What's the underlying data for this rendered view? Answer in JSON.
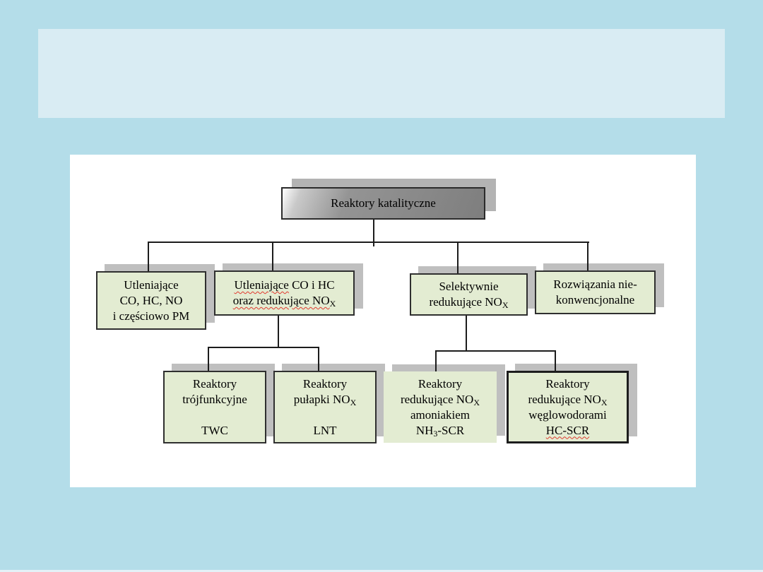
{
  "slide": {
    "title_placeholder_text": "",
    "colors": {
      "page_background": "#b4dde9",
      "title_band": "#d9ecf3",
      "content_panel": "#ffffff",
      "node_fill": "#e3ecd2",
      "node_border": "#2f2f2f",
      "root_fill_dark": "#7e7e7e",
      "root_fill_light": "#ffffff",
      "shadow": "#bfbfbf",
      "connector": "#1c1c1c",
      "spellcheck_squiggle": "#e03a2f"
    }
  },
  "diagram": {
    "type": "org-chart",
    "hierarchy": [
      {
        "parent": "Reaktory katalityczne",
        "children": [
          "Utleniające CO, HC, NO i częściowo PM",
          "Utleniające CO i HC oraz redukujące NOX",
          "Selektywnie redukujące NOX",
          "Rozwiązania nie-konwencjonalne"
        ]
      },
      {
        "parent": "Utleniające CO i HC oraz redukujące NOX",
        "children": [
          "Reaktory trójfunkcyjne TWC",
          "Reaktory pułapki NOX LNT"
        ]
      },
      {
        "parent": "Selektywnie redukujące NOX",
        "children": [
          "Reaktory redukujące NOX amoniakiem NH3-SCR",
          "Reaktory redukujące NOX węglowodorami HC-SCR"
        ]
      }
    ],
    "nodes": {
      "root": {
        "label": "Reaktory katalityczne"
      },
      "oxidizing": {
        "line1": "Utleniające",
        "line2": "CO, HC, NO",
        "line3": "i częściowo PM"
      },
      "oxidizing_reducing": {
        "line1_word1": "Utleniające",
        "line1_rest": " CO i HC",
        "line2": "oraz redukujące NO",
        "line2_sub": "X"
      },
      "selective": {
        "line1": "Selektywnie",
        "line2": "redukujące NO",
        "line2_sub": "X"
      },
      "unconventional": {
        "line1": "Rozwiązania nie-",
        "line2": "konwencjonalne"
      },
      "twc": {
        "line1": "Reaktory",
        "line2": "trójfunkcyjne",
        "code": "TWC"
      },
      "lnt": {
        "line1": "Reaktory",
        "line2": "pułapki NO",
        "line2_sub": "X",
        "code": "LNT"
      },
      "nh3scr": {
        "line1": "Reaktory",
        "line2": "redukujące NO",
        "line2_sub": "X",
        "line3": "amoniakiem",
        "line4a": "NH",
        "line4_sub": "3",
        "line4b": "-SCR"
      },
      "hcscr": {
        "line1": "Reaktory",
        "line2": "redukujące NO",
        "line2_sub": "X",
        "line3": "węglowodorami",
        "line4": "HC-SCR"
      }
    }
  }
}
